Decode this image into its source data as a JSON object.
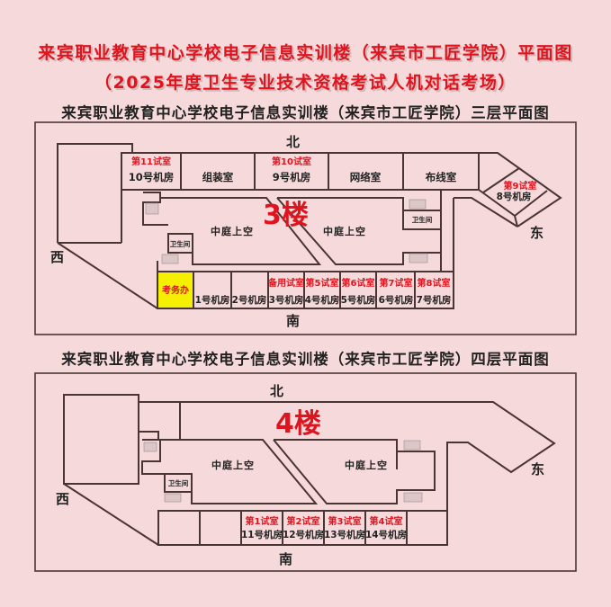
{
  "title": {
    "line1": "来宾职业教育中心学校电子信息实训楼（来宾市工匠学院）平面图",
    "line2": "（2025年度卫生专业技术资格考试人机对话考场）"
  },
  "colors": {
    "background": "#f6d9da",
    "title_red": "#e0141e",
    "highlight_yellow": "#f5ef00",
    "wall": "#4a3535"
  },
  "floor3": {
    "heading": "来宾职业教育中心学校电子信息实训楼（来宾市工匠学院）三层平面图",
    "floor_label": "3楼",
    "directions": {
      "north": "北",
      "south": "南",
      "west": "西",
      "east": "东"
    },
    "north_rooms": [
      {
        "exam": "第11试室",
        "name": "10号机房"
      },
      {
        "exam": "",
        "name": "组装室"
      },
      {
        "exam": "第10试室",
        "name": "9号机房"
      },
      {
        "exam": "",
        "name": "网络室"
      },
      {
        "exam": "",
        "name": "布线室"
      }
    ],
    "east_room": {
      "exam": "第9试室",
      "name": "8号机房"
    },
    "atrium_left": "中庭上空",
    "atrium_right": "中庭上空",
    "wc_left": "卫生间",
    "wc_right": "卫生间",
    "office": {
      "name": "考务办",
      "highlighted": true
    },
    "south_rooms": [
      {
        "exam": "",
        "name": "1号机房"
      },
      {
        "exam": "",
        "name": "2号机房"
      },
      {
        "exam": "备用试室",
        "name": "3号机房"
      },
      {
        "exam": "第5试室",
        "name": "4号机房"
      },
      {
        "exam": "第6试室",
        "name": "5号机房"
      },
      {
        "exam": "第7试室",
        "name": "6号机房"
      },
      {
        "exam": "第8试室",
        "name": "7号机房"
      }
    ]
  },
  "floor4": {
    "heading": "来宾职业教育中心学校电子信息实训楼（来宾市工匠学院）四层平面图",
    "floor_label": "4楼",
    "directions": {
      "north": "北",
      "south": "南",
      "west": "西",
      "east": "东"
    },
    "atrium_left": "中庭上空",
    "atrium_right": "中庭上空",
    "wc_left": "卫生间",
    "south_rooms": [
      {
        "exam": "",
        "name": ""
      },
      {
        "exam": "",
        "name": ""
      },
      {
        "exam": "第1试室",
        "name": "11号机房"
      },
      {
        "exam": "第2试室",
        "name": "12号机房"
      },
      {
        "exam": "第3试室",
        "name": "13号机房"
      },
      {
        "exam": "第4试室",
        "name": "14号机房"
      },
      {
        "exam": "",
        "name": ""
      }
    ]
  }
}
